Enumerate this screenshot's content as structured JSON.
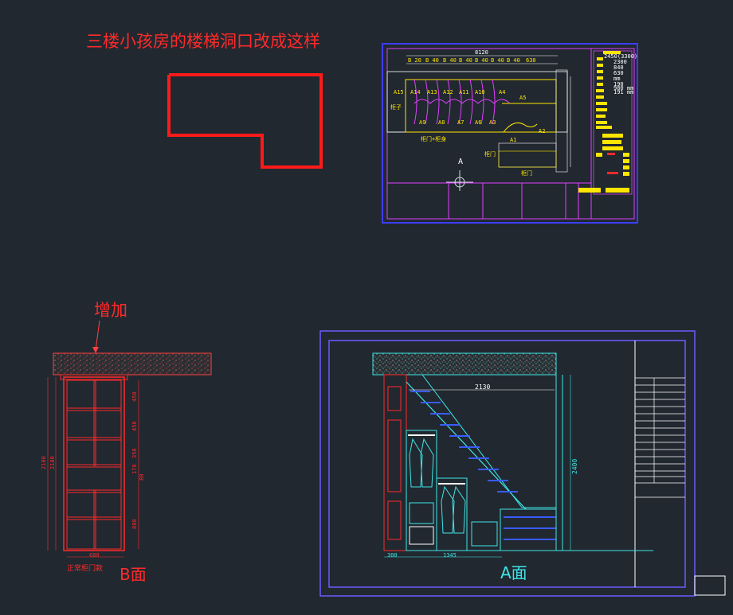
{
  "annotations": {
    "title_note": "三楼小孩房的楼梯洞口改成这样",
    "add_note": "增加",
    "elevation_b": "B面",
    "elevation_a": "A面",
    "cabinet_note": "正常柜门款"
  },
  "plan_view": {
    "dims_top": [
      "8120",
      "B 20",
      "B 40",
      "B 40",
      "B 40",
      "B 40",
      "B 40",
      "B 40",
      "630"
    ],
    "labels": [
      "A15",
      "A14",
      "A13",
      "A12",
      "A11",
      "A10",
      "A9",
      "A8",
      "A7",
      "A6",
      "A5",
      "A4",
      "A3",
      "A2",
      "A1",
      "柜子",
      "柜门+柜身",
      "柜门",
      "柜门"
    ],
    "north_label": "A",
    "title_block": [
      "2450(3300)",
      "2300",
      "840",
      "630",
      "mm",
      "190",
      "980 mm",
      "191 mm"
    ]
  },
  "elevation_b": {
    "dims_right": [
      "450",
      "450",
      "350",
      "170",
      "80",
      "800"
    ],
    "dims_left": [
      "2100",
      "2100"
    ],
    "dim_bottom": "680"
  },
  "elevation_a": {
    "dim_width": "2130",
    "dim_height": "2400",
    "dims_bottom": [
      "300",
      "1345"
    ]
  },
  "colors": {
    "background": "#212830",
    "red": "#ff2a2a",
    "cyan": "#3ee6e6",
    "yellow": "#ffe600",
    "magenta": "#e040ff",
    "blue_frame": "#6a5cff",
    "white": "#ffffff"
  }
}
